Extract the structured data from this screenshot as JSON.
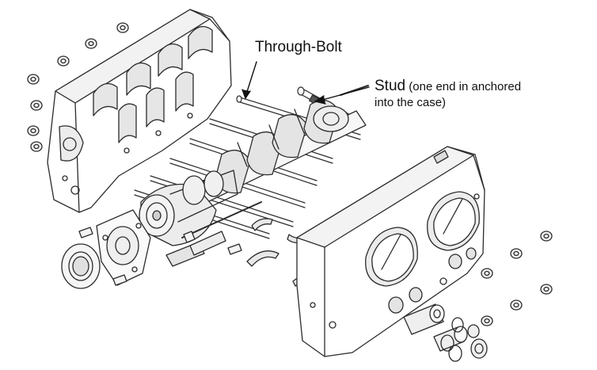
{
  "labels": {
    "through_bolt": "Through-Bolt",
    "stud_word": "Stud",
    "stud_note_line1": " (one end in anchored",
    "stud_note_line2": "into the case)"
  },
  "colors": {
    "line": "#2b2b2b",
    "shade": "#cfcfcf",
    "paper": "#ffffff"
  }
}
